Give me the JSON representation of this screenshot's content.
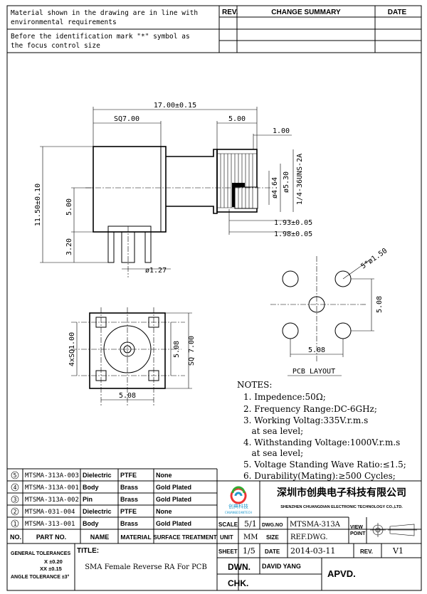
{
  "header": {
    "note_1": [
      "Material shown in the drawing are in line with",
      "environmental requirements"
    ],
    "note_2": [
      "Before the identification mark \"*\" symbol as",
      "the focus control size"
    ],
    "rev_label": "REV.",
    "change_label": "CHANGE SUMMARY",
    "date_label": "DATE"
  },
  "side_view": {
    "overall_length": "17.00±0.15",
    "sq_width": "SQ7.00",
    "nut_length": "5.00",
    "step_1": "1.00",
    "dia_inner": "ø4.64",
    "dia_outer": "ø5.30",
    "thread": "1/4-36UNS-2A",
    "height": "11.50±0.10",
    "upper_height": "5.00",
    "pin_height": "3.20",
    "pin_dia": "ø1.27",
    "len_a": "1.93±0.05",
    "len_b": "1.98±0.05"
  },
  "front_view": {
    "legs": "4xSQ1.00",
    "pitch_v": "5.08",
    "sq": "SQ 7.00",
    "pitch_h": "5.08"
  },
  "pcb": {
    "holes": "5*ø1.50",
    "pitch_v": "5.08",
    "pitch_h": "5.08",
    "title": "PCB LAYOUT"
  },
  "notes": {
    "title": "NOTES:",
    "items": [
      "1. Impedence:50Ω;",
      "2. Frequency Range:DC-6GHz;",
      "3. Working Voltag:335V.r.m.s",
      "   at sea level;",
      "4. Withstanding Voltage:1000V.r.m.s",
      "   at sea level;",
      "5. Voltage Standing Wave Ratio:≤1.5;",
      "6. Durability(Mating):≥500 Cycles;"
    ]
  },
  "bom": {
    "rows": [
      {
        "no": "5",
        "part": "MTSMA-313A-003",
        "name": "Dielectric",
        "material": "PTFE",
        "surface": "None"
      },
      {
        "no": "4",
        "part": "MTSMA-313A-001",
        "name": "Body",
        "material": "Brass",
        "surface": "Gold Plated"
      },
      {
        "no": "3",
        "part": "MTSMA-313A-002",
        "name": "Pin",
        "material": "Brass",
        "surface": "Gold Plated"
      },
      {
        "no": "2",
        "part": "MTSMA-031-004",
        "name": "Dielectric",
        "material": "PTFE",
        "surface": "None"
      },
      {
        "no": "1",
        "part": "MTSMA-313-001",
        "name": "Body",
        "material": "Brass",
        "surface": "Gold Plated"
      }
    ],
    "header": {
      "no": "NO.",
      "part": "PART NO.",
      "name": "NAME",
      "material": "MATERIAL",
      "surface": "SURFACE TREATMENT"
    }
  },
  "company": {
    "cn_name": "深圳市创典电子科技有限公司",
    "en_name": "SHENZHEN CHUANGDIAN ELECTRONIC TECHNOLOGY CO.,LTD.",
    "logo_cn": "创典科技",
    "logo_en": "CHUANGDIANTECH"
  },
  "title_block": {
    "scale_label": "SCALE",
    "scale": "5/1",
    "dwg_no_label": "DWG.NO",
    "dwg_no": "MTSMA-313A",
    "unit_label": "UNIT",
    "unit": "MM",
    "size_label": "SIZE",
    "size": "REF.DWG.",
    "view_label": [
      "VIEW",
      "POINT"
    ],
    "sheet_label": "SHEET",
    "sheet": "1/5",
    "date_label": "DATE",
    "date": "2014-03-11",
    "rev_label": "REV.",
    "rev": "V1",
    "dwn_label": "DWN.",
    "dwn": "DAVID YANG",
    "chk_label": "CHK.",
    "apvd_label": "APVD.",
    "title_label": "TITLE:",
    "title": "SMA Female Reverse RA For PCB",
    "tolerances_label": "GENERAL TOLERANCES",
    "tol_x": "X ±0.20",
    "tol_xx": "XX ±0.15",
    "tol_angle": "ANGLE TOLERANCE ±3°"
  }
}
